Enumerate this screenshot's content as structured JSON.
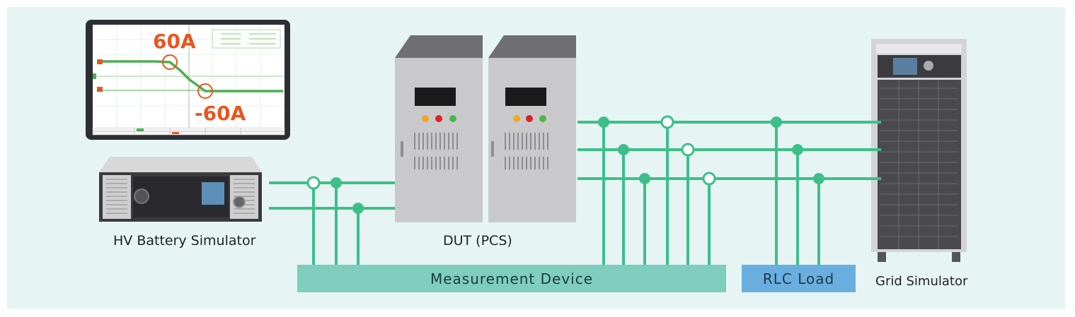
{
  "labels": {
    "battery": "HV Battery Simulator",
    "dut": "DUT (PCS)",
    "grid": "Grid Simulator",
    "measurement": "Measurement Device",
    "rlc": "RLC Load"
  },
  "scope": {
    "peak_pos": "60A",
    "peak_neg": "-60A"
  },
  "colors": {
    "background": "#e6f5f3",
    "wire": "#3dbf8a",
    "measurement_box": "#7ecdbd",
    "rlc_box": "#6aaee0",
    "scope_trace": "#4caf50",
    "annotation": "#e8561f"
  }
}
